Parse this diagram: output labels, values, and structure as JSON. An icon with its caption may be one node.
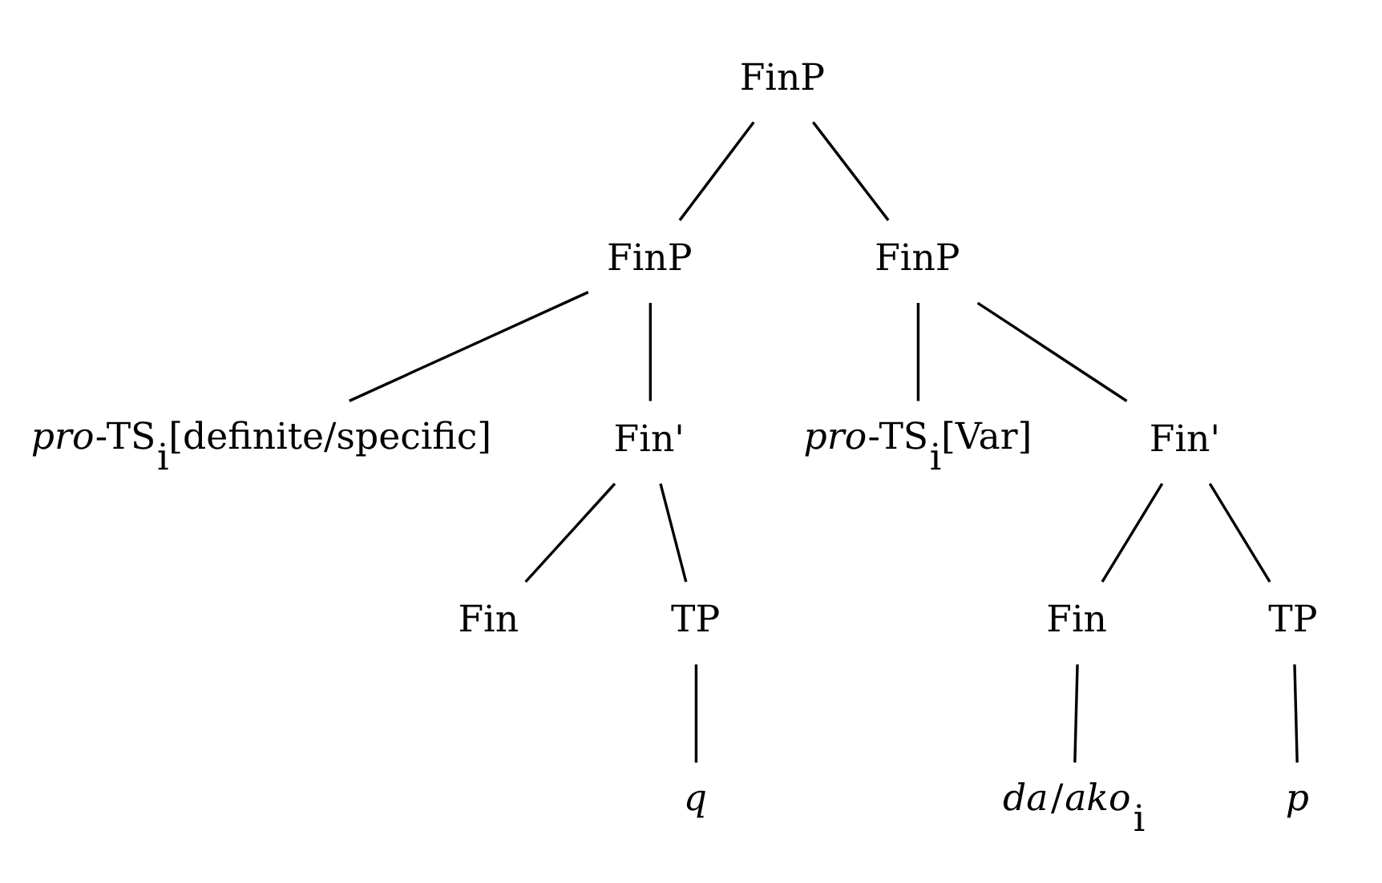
{
  "diagram": {
    "nodes": [
      {
        "text": [
          "FinP"
        ]
      },
      {
        "text": [
          "FinP"
        ]
      },
      {
        "text": [
          "FinP"
        ]
      },
      {
        "text": [
          "*pro*-TS$_{i}$[definite/specific]"
        ]
      },
      {
        "text": [
          "Fin'"
        ]
      },
      {
        "text": [
          "Fin"
        ]
      },
      {
        "text": [
          "TP"
        ]
      },
      {
        "text": [
          "q"
        ]
      },
      {
        "text": [
          "*pro*-TS$_{i}$[Var]"
        ]
      },
      {
        "text": [
          "Fin'"
        ]
      },
      {
        "text": [
          "Fin"
        ]
      },
      {
        "text": [
          "TP"
        ]
      },
      {
        "text": [
          "*da*/*ako*$_{i}$"
        ]
      },
      {
        "text": [
          "p"
        ]
      }
    ],
    "edges": [
      {
        "from": 0,
        "to": 1,
        "arrow": "none"
      },
      {
        "from": 0,
        "to": 2,
        "arrow": "none"
      },
      {
        "from": 1,
        "to": 3,
        "arrow": "none"
      },
      {
        "from": 1,
        "to": 4,
        "arrow": "none"
      },
      {
        "from": 4,
        "to": 5,
        "arrow": "none"
      },
      {
        "from": 4,
        "to": 6,
        "arrow": "none"
      },
      {
        "from": 6,
        "to": 7,
        "arrow": "none"
      },
      {
        "from": 2,
        "to": 8,
        "arrow": "none"
      },
      {
        "from": 2,
        "to": 9,
        "arrow": "none"
      },
      {
        "from": 9,
        "to": 10,
        "arrow": "none"
      },
      {
        "from": 9,
        "to": 11,
        "arrow": "none"
      },
      {
        "from": 10,
        "to": 12,
        "arrow": "none"
      },
      {
        "from": 11,
        "to": 13,
        "arrow": "none"
      }
    ]
  }
}
